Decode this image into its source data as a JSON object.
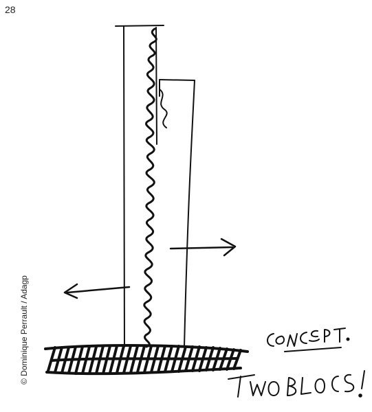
{
  "page": {
    "number": "28",
    "credit": "© Dominique Perrault / Adagp"
  },
  "sketch": {
    "subject": "architect's concept sketch of two tower blocks",
    "handwritten_notes": [
      "CONCEPT.",
      "TWO BLOCS !"
    ],
    "ink_color": "#111111"
  }
}
